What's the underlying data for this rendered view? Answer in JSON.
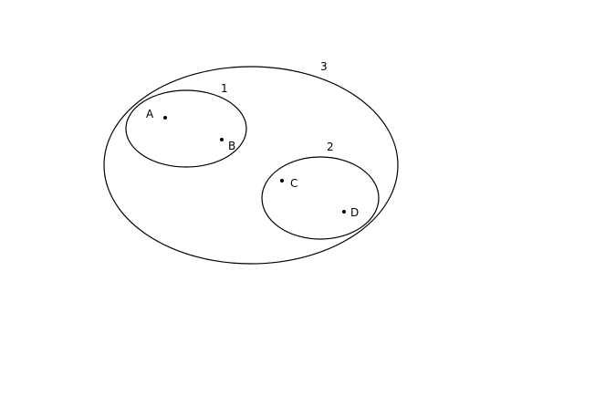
{
  "diagram": {
    "sets": [
      {
        "id": "set-3",
        "label": "3"
      },
      {
        "id": "set-1",
        "label": "1"
      },
      {
        "id": "set-2",
        "label": "2"
      }
    ],
    "points": [
      {
        "id": "point-a",
        "label": "A",
        "in_sets": [
          "1",
          "3"
        ]
      },
      {
        "id": "point-b",
        "label": "B",
        "in_sets": [
          "1",
          "3"
        ]
      },
      {
        "id": "point-c",
        "label": "C",
        "in_sets": [
          "2",
          "3"
        ]
      },
      {
        "id": "point-d",
        "label": "D",
        "in_sets": [
          "2",
          "3"
        ]
      }
    ]
  }
}
